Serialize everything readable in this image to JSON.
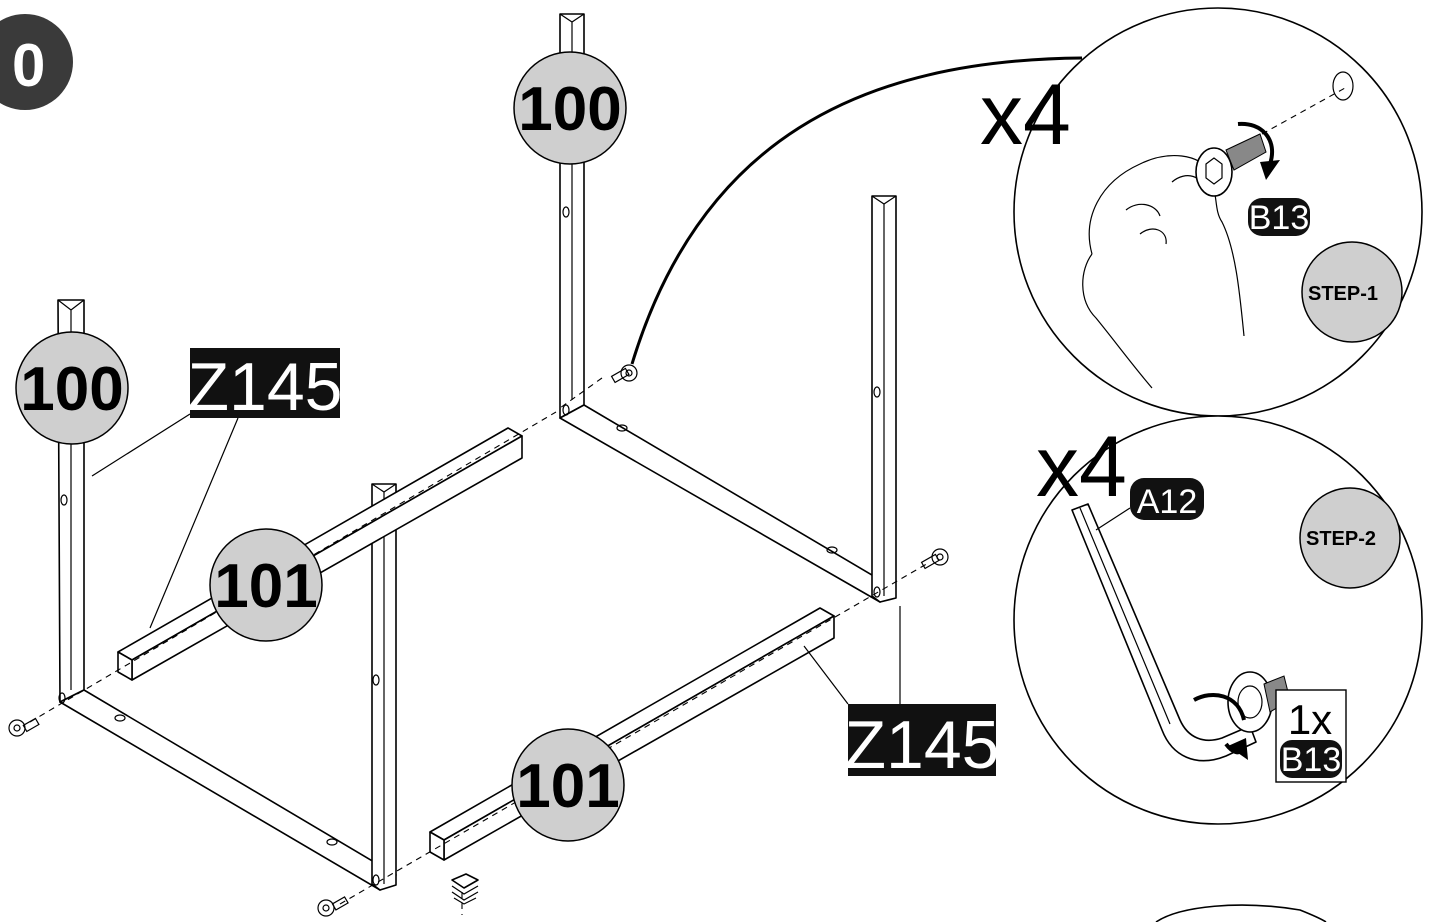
{
  "step_number": "0",
  "parts": {
    "frame_label": "100",
    "rail_label": "101",
    "connector_label": "Z145"
  },
  "detail_step1": {
    "multiplier": "x4",
    "bolt_code": "B13",
    "step_label": "STEP-1"
  },
  "detail_step2": {
    "multiplier": "x4",
    "wrench_code": "A12",
    "step_label": "STEP-2",
    "quantity": "1x",
    "bolt_code": "B13"
  },
  "icons": [
    "hand-icon",
    "bolt-icon",
    "allen-key-icon",
    "rotation-arrow-icon",
    "foot-cap-icon"
  ]
}
